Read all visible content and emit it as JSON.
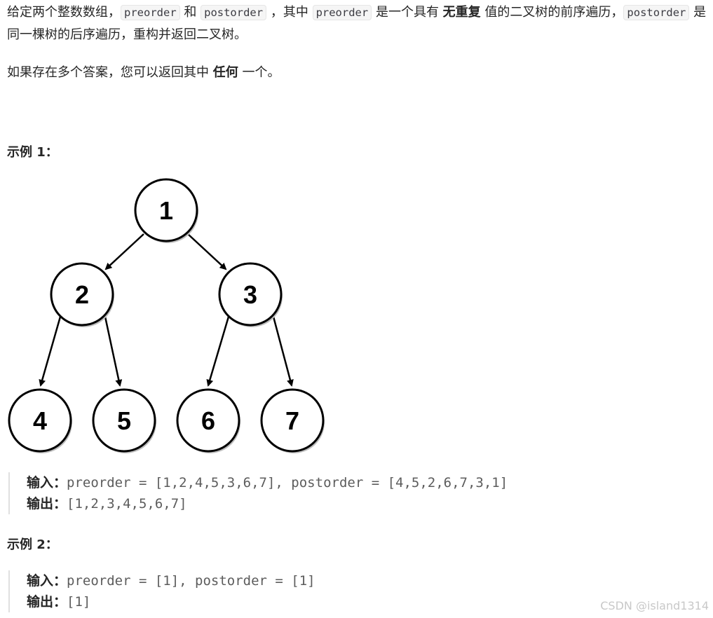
{
  "problem": {
    "p1_a": "给定两个整数数组，",
    "code_preorder": "preorder",
    "p1_b": " 和 ",
    "code_postorder": "postorder",
    "p1_c": " ，其中 ",
    "p1_d": " 是一个具有 ",
    "p1_bold": "无重复",
    "p1_e": " 值的二叉树的前序遍历，",
    "p1_f": " 是同一棵树的后序遍历，重构并返回二叉树。",
    "p2_a": "如果存在多个答案，您可以返回其中 ",
    "p2_bold": "任何",
    "p2_b": " 一个。"
  },
  "example1": {
    "title": "示例 1：",
    "input_label": "输入：",
    "input_value": "preorder = [1,2,4,5,3,6,7], postorder = [4,5,2,6,7,3,1]",
    "output_label": "输出：",
    "output_value": "[1,2,3,4,5,6,7]",
    "tree_nodes": [
      "1",
      "2",
      "3",
      "4",
      "5",
      "6",
      "7"
    ]
  },
  "example2": {
    "title": "示例 2：",
    "input_label": "输入：",
    "input_value": "preorder = [1], postorder = [1]",
    "output_label": "输出：",
    "output_value": "[1]"
  },
  "watermark": "CSDN @island1314"
}
